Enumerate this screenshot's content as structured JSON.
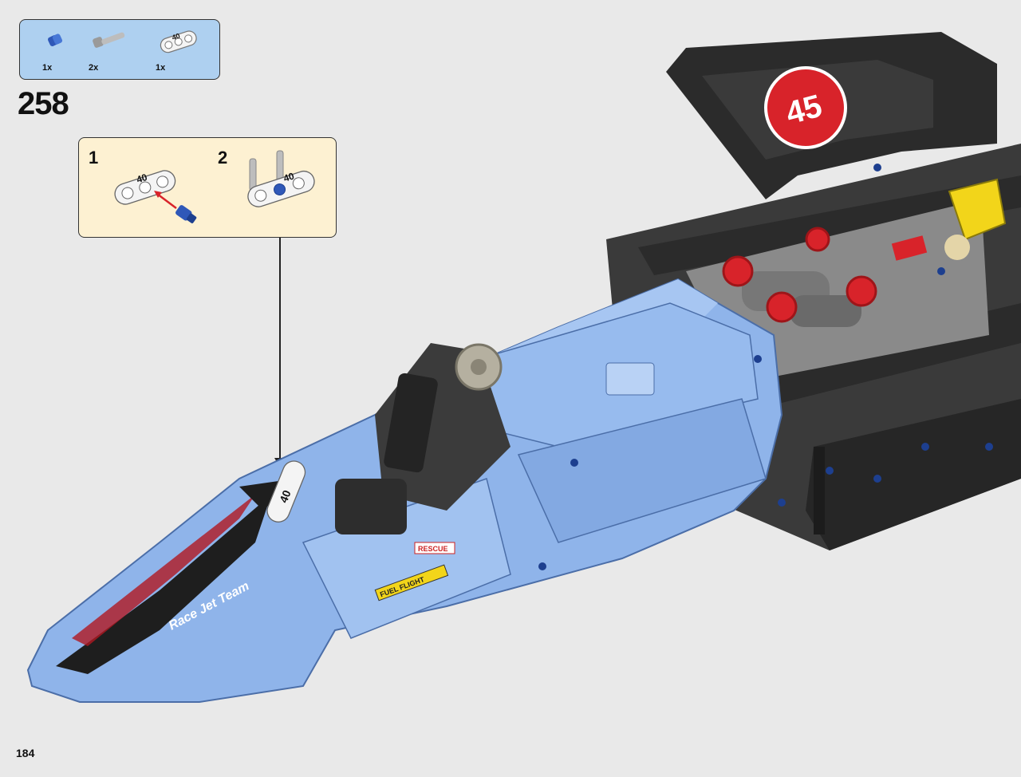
{
  "parts_list": {
    "items": [
      {
        "name": "blue-friction-pin",
        "quantity": "1x"
      },
      {
        "name": "gray-axle-pin",
        "quantity": "2x"
      },
      {
        "name": "white-beam-40",
        "quantity": "1x",
        "beam_text": "40"
      }
    ]
  },
  "step": {
    "number": "258"
  },
  "sub_steps": [
    {
      "number": "1",
      "beam_text": "40"
    },
    {
      "number": "2",
      "beam_text": "40"
    }
  ],
  "model": {
    "nose_text": "Race Jet Team",
    "beam_text": "40",
    "fin_logo_text": "45",
    "decals": {
      "rescue": "RESCUE",
      "fuel": "FUEL FLIGHT"
    }
  },
  "page": {
    "number": "184"
  },
  "colors": {
    "background": "#e9e9e9",
    "parts_box": "#aed0f0",
    "substep_box": "#fdf1d2",
    "model_blue": "#8fb4ea",
    "model_black": "#2b2b2b",
    "gear_red": "#d8232a",
    "accent_yellow": "#f2d51a"
  }
}
